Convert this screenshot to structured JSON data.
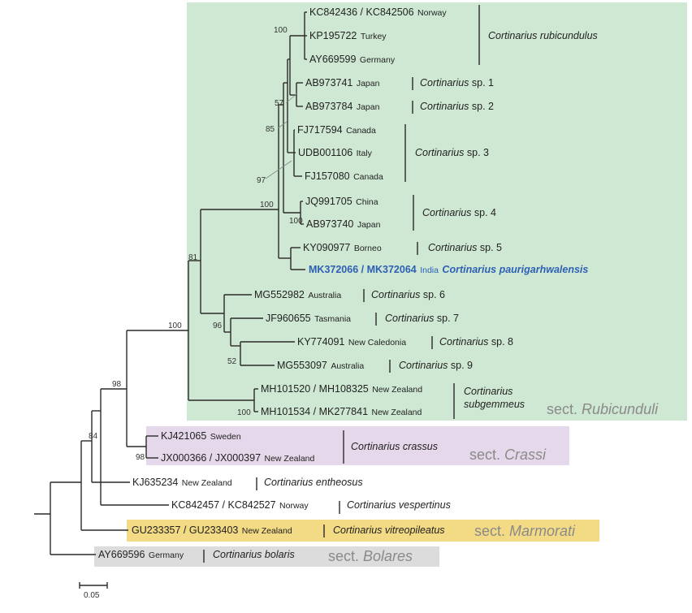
{
  "colors": {
    "rubicunduli_box": "#cfe8d3",
    "crassi_box": "#e5d8ea",
    "marmorati_box": "#f3da84",
    "bolares_box": "#dcdcdc",
    "highlight": "#2d5fb5"
  },
  "leaves": {
    "l1": {
      "acc": "KC842436 / KC842506",
      "country": "Norway"
    },
    "l2": {
      "acc": "KP195722",
      "country": "Turkey"
    },
    "l3": {
      "acc": "AY669599",
      "country": "Germany"
    },
    "l4": {
      "acc": "AB973741",
      "country": "Japan"
    },
    "l5": {
      "acc": "AB973784",
      "country": "Japan"
    },
    "l6": {
      "acc": "FJ717594",
      "country": "Canada"
    },
    "l7": {
      "acc": "UDB001106",
      "country": "Italy"
    },
    "l8": {
      "acc": "FJ157080",
      "country": "Canada"
    },
    "l9": {
      "acc": "JQ991705",
      "country": "China"
    },
    "l10": {
      "acc": "AB973740",
      "country": "Japan"
    },
    "l11": {
      "acc": "KY090977",
      "country": "Borneo"
    },
    "l12": {
      "acc": "MK372066 / MK372064",
      "country": "India"
    },
    "l13": {
      "acc": "MG552982",
      "country": "Australia"
    },
    "l14": {
      "acc": "JF960655",
      "country": "Tasmania"
    },
    "l15": {
      "acc": "KY774091",
      "country": "New Caledonia"
    },
    "l16": {
      "acc": "MG553097",
      "country": "Australia"
    },
    "l17": {
      "acc": "MH101520 / MH108325",
      "country": "New Zealand"
    },
    "l18": {
      "acc": "MH101534 / MK277841",
      "country": "New Zealand"
    },
    "l19": {
      "acc": "KJ421065",
      "country": "Sweden"
    },
    "l20": {
      "acc": "JX000366 / JX000397",
      "country": "New Zealand"
    },
    "l21": {
      "acc": "KJ635234",
      "country": "New Zealand"
    },
    "l22": {
      "acc": "KC842457 / KC842527",
      "country": "Norway"
    },
    "l23": {
      "acc": "GU233357 / GU233403",
      "country": "New Zealand"
    },
    "l24": {
      "acc": "AY669596",
      "country": "Germany"
    }
  },
  "species": {
    "rubicundulus": {
      "genus": "Cortinarius rubicundulus"
    },
    "sp1": {
      "genus": "Cortinarius",
      "suffix": " sp. 1"
    },
    "sp2": {
      "genus": "Cortinarius",
      "suffix": " sp. 2"
    },
    "sp3": {
      "genus": "Cortinarius",
      "suffix": " sp. 3"
    },
    "sp4": {
      "genus": "Cortinarius",
      "suffix": " sp. 4"
    },
    "sp5": {
      "genus": "Cortinarius",
      "suffix": " sp. 5"
    },
    "paurigarhwalensis": {
      "genus": "Cortinarius paurigarhwalensis"
    },
    "sp6": {
      "genus": "Cortinarius",
      "suffix": " sp. 6"
    },
    "sp7": {
      "genus": "Cortinarius",
      "suffix": " sp. 7"
    },
    "sp8": {
      "genus": "Cortinarius",
      "suffix": " sp. 8"
    },
    "sp9": {
      "genus": "Cortinarius",
      "suffix": " sp. 9"
    },
    "subgemmeus": {
      "line1": "Cortinarius",
      "line2": "subgemmeus"
    },
    "crassus": {
      "genus": "Cortinarius crassus"
    },
    "entheosus": {
      "genus": "Cortinarius entheosus"
    },
    "vespertinus": {
      "genus": "Cortinarius vespertinus"
    },
    "vitreopileatus": {
      "genus": "Cortinarius vitreopileatus"
    },
    "bolaris": {
      "genus": "Cortinarius bolaris"
    }
  },
  "sections": {
    "rubicunduli": {
      "prefix": "sect. ",
      "name": "Rubicunduli"
    },
    "crassi": {
      "prefix": "sect. ",
      "name": "Crassi"
    },
    "marmorati": {
      "prefix": "sect. ",
      "name": "Marmorati"
    },
    "bolares": {
      "prefix": "sect. ",
      "name": "Bolares"
    }
  },
  "bootstrap": {
    "b100_rubic": "100",
    "b57": "57",
    "b85": "85",
    "b97": "97",
    "b100_top": "100",
    "b100_china": "100",
    "b81": "81",
    "b96": "96",
    "b52": "52",
    "b100_section": "100",
    "b100_nz": "100",
    "b98_upper": "98",
    "b98_crassi": "98",
    "b84": "84"
  },
  "scale_bar": {
    "label": "0.05"
  }
}
